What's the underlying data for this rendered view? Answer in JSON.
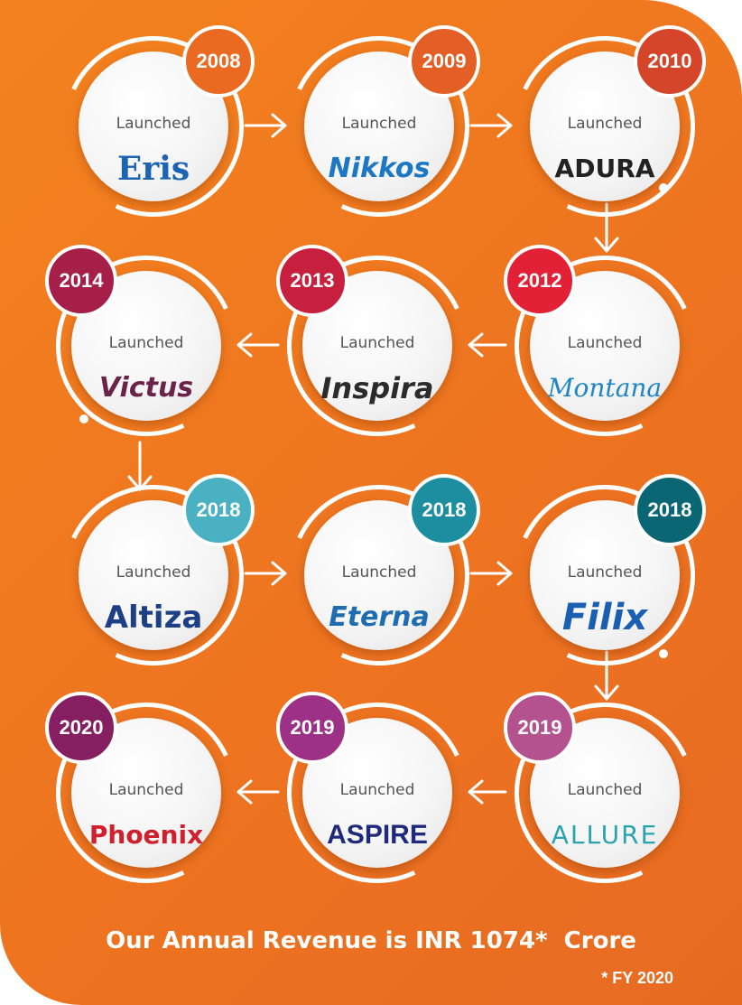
{
  "colors": {
    "background": "#ef7a20",
    "badge_2008": "#ea6a22",
    "badge_2009": "#e35f25",
    "badge_2010": "#d5452a",
    "badge_2012": "#e22136",
    "badge_2013": "#c7203f",
    "badge_2014": "#a61f48",
    "badge_2018_a": "#49b1c2",
    "badge_2018_b": "#1c8e9f",
    "badge_2018_c": "#0b6673",
    "badge_2019_a": "#b3528f",
    "badge_2019_b": "#9c3185",
    "badge_2020": "#861f62"
  },
  "nodes": [
    {
      "year": "2008",
      "label": "Launched",
      "brand": "Eris",
      "brand_color": "#1a64b3",
      "badge_color": "#ea6a22"
    },
    {
      "year": "2009",
      "label": "Launched",
      "brand": "Nikkos",
      "brand_color": "#1c77c4",
      "badge_color": "#e35f25"
    },
    {
      "year": "2010",
      "label": "Launched",
      "brand": "ADURA",
      "brand_color": "#222222",
      "badge_color": "#d5452a"
    },
    {
      "year": "2012",
      "label": "Launched",
      "brand": "Montana",
      "brand_color": "#1d86c6",
      "badge_color": "#e22136"
    },
    {
      "year": "2013",
      "label": "Launched",
      "brand": "Inspira",
      "brand_color": "#2b2b2b",
      "badge_color": "#c7203f"
    },
    {
      "year": "2014",
      "label": "Launched",
      "brand": "Victus",
      "brand_color": "#6b2349",
      "badge_color": "#a61f48"
    },
    {
      "year": "2018",
      "label": "Launched",
      "brand": "Altiza",
      "brand_color": "#1c3f86",
      "badge_color": "#49b1c2"
    },
    {
      "year": "2018",
      "label": "Launched",
      "brand": "Eterna",
      "brand_color": "#1f6cb1",
      "badge_color": "#1c8e9f"
    },
    {
      "year": "2018",
      "label": "Launched",
      "brand": "Filix",
      "brand_color": "#1b5fb3",
      "badge_color": "#0b6673"
    },
    {
      "year": "2019",
      "label": "Launched",
      "brand": "ALLURE",
      "brand_color": "#2aa3b0",
      "badge_color": "#b3528f"
    },
    {
      "year": "2019",
      "label": "Launched",
      "brand": "ASPIRE",
      "brand_color": "#1f2a7a",
      "badge_color": "#9c3185"
    },
    {
      "year": "2020",
      "label": "Launched",
      "brand": "Phoenix",
      "brand_color": "#d0202e",
      "badge_color": "#861f62"
    }
  ],
  "revenue_text": "Our Annual Revenue is INR 1074*  Crore",
  "footnote": "* FY 2020"
}
